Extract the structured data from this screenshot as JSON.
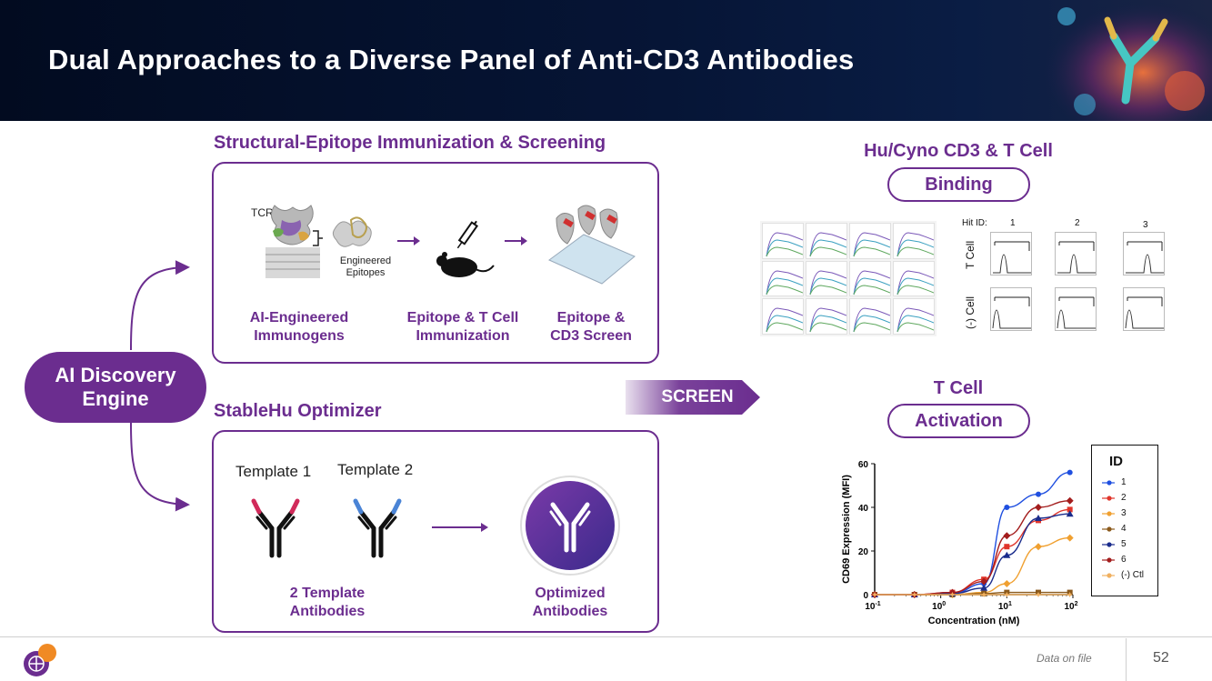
{
  "header": {
    "title": "Dual Approaches to a Diverse Panel of Anti-CD3 Antibodies",
    "background_color": "#061536"
  },
  "colors": {
    "brand_purple": "#6b2d8f",
    "screen_arrow": "#6b2d8f"
  },
  "left": {
    "ai_engine_line1": "AI Discovery",
    "ai_engine_line2": "Engine"
  },
  "structural": {
    "title": "Structural-Epitope Immunization & Screening",
    "tcr_label": "TCR",
    "engineered_line1": "Engineered",
    "engineered_line2": "Epitopes",
    "step1_line1": "AI-Engineered",
    "step1_line2": "Immunogens",
    "step2_line1": "Epitope & T Cell",
    "step2_line2": "Immunization",
    "step3_line1": "Epitope &",
    "step3_line2": "CD3 Screen",
    "icons": [
      "tcr-structure-icon",
      "epitope-structure-icon",
      "mouse-syringe-icon",
      "screen-plate-icon"
    ]
  },
  "stablehu": {
    "title": "StableHu Optimizer",
    "template1": "Template 1",
    "template2": "Template 2",
    "left_label_line1": "2 Template",
    "left_label_line2": "Antibodies",
    "right_label_line1": "Optimized",
    "right_label_line2": "Antibodies",
    "icons": [
      "antibody-template1-icon",
      "antibody-template2-icon",
      "optimized-antibody-icon"
    ]
  },
  "screen_label": "SCREEN",
  "binding": {
    "heading": "Hu/Cyno CD3 & T Cell",
    "pill": "Binding",
    "flow": {
      "hit_id_label": "Hit ID:",
      "hit_ids": [
        "1",
        "2",
        "3"
      ],
      "rows": [
        "T Cell",
        "(-) Cell"
      ]
    }
  },
  "activation": {
    "heading": "T Cell",
    "pill": "Activation"
  },
  "chart_data": {
    "type": "scatter",
    "xlabel": "Concentration (nM)",
    "ylabel": "CD69 Expression (MFI)",
    "x_scale": "log",
    "xlim": [
      0.1,
      100
    ],
    "ylim": [
      0,
      60
    ],
    "x_ticks": [
      "10-1",
      "100",
      "101",
      "102"
    ],
    "y_ticks": [
      "0",
      "20",
      "40",
      "60"
    ],
    "legend_title": "ID",
    "legend_position": "right",
    "x": [
      0.1,
      0.4,
      1.5,
      4.5,
      10,
      30,
      90
    ],
    "series": [
      {
        "name": "1",
        "color": "#1f4fe0",
        "marker": "circle",
        "values": [
          0,
          0,
          0.5,
          5,
          40,
          46,
          56
        ]
      },
      {
        "name": "2",
        "color": "#e0352b",
        "marker": "square",
        "values": [
          0,
          0,
          1,
          7,
          22,
          34,
          39
        ]
      },
      {
        "name": "3",
        "color": "#f0a030",
        "marker": "diamond",
        "values": [
          0,
          0,
          0,
          1,
          5,
          22,
          26
        ]
      },
      {
        "name": "4",
        "color": "#8b5a1c",
        "marker": "square",
        "values": [
          0,
          0,
          0,
          0.5,
          1,
          1,
          1
        ]
      },
      {
        "name": "5",
        "color": "#1a2c8c",
        "marker": "triangle",
        "values": [
          0,
          0,
          0.5,
          3,
          18,
          35,
          37
        ]
      },
      {
        "name": "6",
        "color": "#a31d1d",
        "marker": "diamond",
        "values": [
          0,
          0,
          1,
          6,
          27,
          40,
          43
        ]
      },
      {
        "name": "(-) Ctl",
        "color": "#f0b060",
        "marker": "star",
        "values": [
          0,
          0,
          0,
          0,
          0,
          0,
          0
        ]
      }
    ]
  },
  "footer": {
    "data_note": "Data on file",
    "page": "52"
  }
}
